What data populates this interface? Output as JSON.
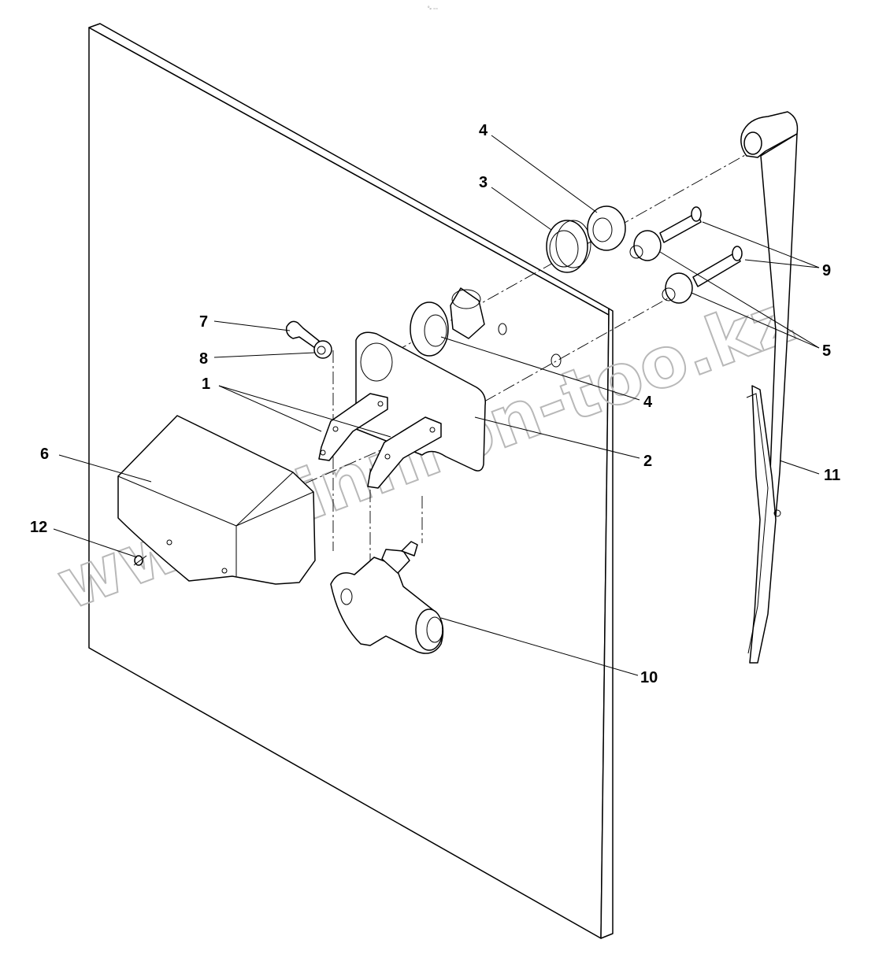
{
  "header_mark": "⁰ₔ ₌₌",
  "watermark": "www.sinnron-too.kz",
  "callouts": {
    "c1": "1",
    "c2": "2",
    "c3": "3",
    "c4a": "4",
    "c4b": "4",
    "c5": "5",
    "c6": "6",
    "c7": "7",
    "c8": "8",
    "c9": "9",
    "c10": "10",
    "c11": "11",
    "c12": "12"
  }
}
